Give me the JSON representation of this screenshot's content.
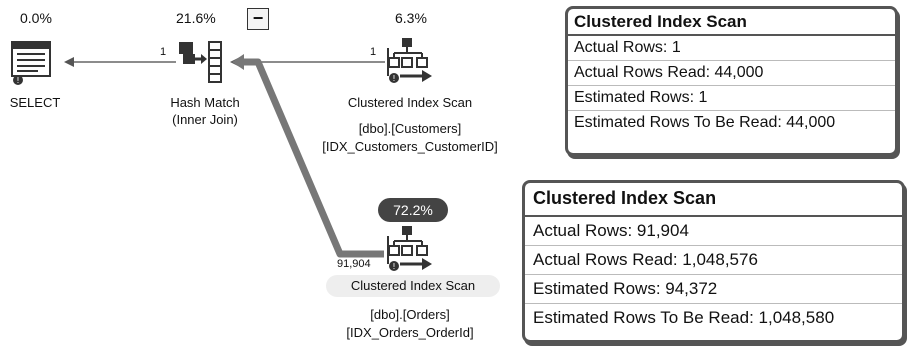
{
  "plan": {
    "select": {
      "percent": "0.0%",
      "label": "SELECT"
    },
    "hash_match": {
      "percent": "21.6%",
      "label_line1": "Hash Match",
      "label_line2": "(Inner Join)",
      "collapse_symbol": "−"
    },
    "scan_customers": {
      "percent": "6.3%",
      "label": "Clustered Index Scan",
      "table": "[dbo].[Customers]",
      "index": "[IDX_Customers_CustomerID]"
    },
    "scan_orders": {
      "percent": "72.2%",
      "label": "Clustered Index Scan",
      "table": "[dbo].[Orders]",
      "index": "[IDX_Orders_OrderId]"
    },
    "edges": {
      "select_rows": "1",
      "customers_rows": "1",
      "orders_rows": "91,904"
    }
  },
  "tooltips": {
    "customers": {
      "title": "Clustered Index Scan",
      "rows": [
        "Actual Rows:  1",
        "Actual Rows Read:  44,000",
        "Estimated Rows:  1",
        "Estimated Rows To Be Read:  44,000"
      ]
    },
    "orders": {
      "title": "Clustered Index Scan",
      "rows": [
        "Actual Rows:  91,904",
        "Actual Rows Read:  1,048,576",
        "Estimated Rows:  94,372",
        "Estimated Rows To Be Read:  1,048,580"
      ]
    }
  },
  "icons": {
    "select": "select-icon",
    "hash_match": "hash-match-icon",
    "scan": "clustered-index-scan-icon",
    "warning": "warning-icon"
  },
  "colors": {
    "arrow": "#666666",
    "badge": "#444444",
    "tooltip_border": "#555555"
  }
}
